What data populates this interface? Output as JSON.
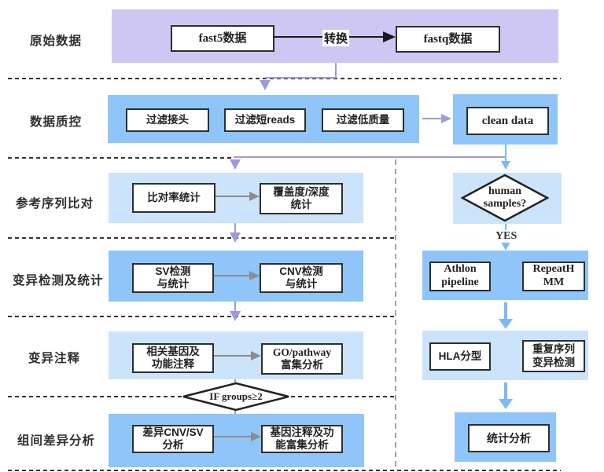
{
  "stages": {
    "raw": "原始数据",
    "qc": "数据质控",
    "align": "参考序列比对",
    "variant": "变异检测及统计",
    "annotation": "变异注释",
    "group_diff": "组间差异分析"
  },
  "raw_row": {
    "fast5": "fast5数据",
    "convert": "转换",
    "fastq": "fastq数据"
  },
  "qc_row": {
    "filter_adapter": "过滤接头",
    "filter_short_reads": "过滤短reads",
    "filter_low_quality": "过滤低质量",
    "clean_data": "clean data"
  },
  "align_row": {
    "align_rate": "比对率统计",
    "coverage": [
      "覆盖度/深度",
      "统计"
    ]
  },
  "variant_row": {
    "sv": [
      "SV检测",
      "与统计"
    ],
    "cnv": [
      "CNV检测",
      "与统计"
    ]
  },
  "annotation_row": {
    "genes": [
      "相关基因及",
      "功能注释"
    ],
    "go": [
      "GO/pathway",
      "富集分析"
    ]
  },
  "group_row": {
    "condition": "IF groups≥2",
    "diff": [
      "差异CNV/SV",
      "分析"
    ],
    "enrich": [
      "基因注释及功",
      "能富集分析"
    ]
  },
  "human_branch": {
    "question": [
      "human",
      "samples?"
    ],
    "yes": "YES",
    "athlon": [
      "Athlon",
      "pipeline"
    ],
    "repeathmm": [
      "RepeatH",
      "MM"
    ],
    "hla": "HLA分型",
    "repeat_seq": [
      "重复序列",
      "变异检测"
    ],
    "stats": "统计分析"
  },
  "colors": {
    "band_purple": "#cfc7f3",
    "band_blue": "#8fc5f8",
    "band_lightblue": "#cbe3fb",
    "arrow_purple": "#9d9bd8",
    "arrow_blue": "#7db9f3",
    "arrow_gray": "#8c8c8c",
    "arrow_black": "#1a1a1a"
  }
}
